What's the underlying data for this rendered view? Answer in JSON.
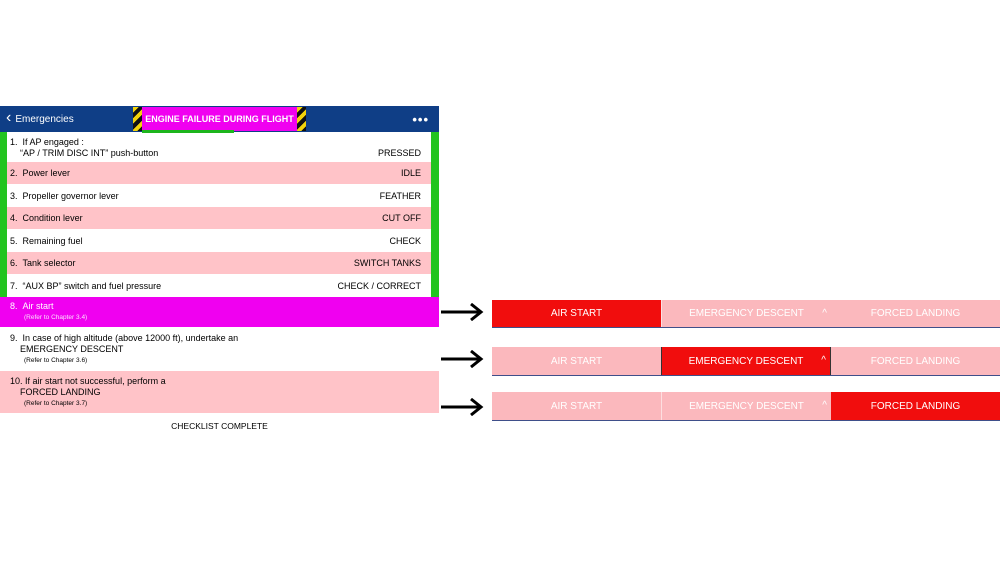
{
  "nav": {
    "back_label": "Emergencies",
    "title": "ENGINE FAILURE DURING FLIGHT",
    "more": "•••"
  },
  "checklist": [
    {
      "num": "1.",
      "line1": "If AP engaged :",
      "line2": "“AP / TRIM DISC INT” push-button",
      "action": "PRESSED",
      "style": "white"
    },
    {
      "num": "2.",
      "label": "Power lever",
      "action": "IDLE",
      "style": "pink"
    },
    {
      "num": "3.",
      "label": "Propeller governor lever",
      "action": "FEATHER",
      "style": "white"
    },
    {
      "num": "4.",
      "label": "Condition lever",
      "action": "CUT OFF",
      "style": "pink"
    },
    {
      "num": "5.",
      "label": "Remaining fuel",
      "action": "CHECK",
      "style": "white"
    },
    {
      "num": "6.",
      "label": "Tank selector",
      "action": "SWITCH TANKS",
      "style": "pink"
    },
    {
      "num": "7.",
      "label": "“AUX BP” switch and fuel pressure",
      "action": "CHECK / CORRECT",
      "style": "white"
    },
    {
      "num": "8.",
      "label": "Air start",
      "sub": "(Refer to Chapter 3.4)",
      "style": "magenta"
    },
    {
      "num": "9.",
      "line1": "In case of high altitude (above 12000 ft), undertake an",
      "line2": "EMERGENCY DESCENT",
      "sub": "(Refer to Chapter 3.6)",
      "style": "white"
    },
    {
      "num": "10.",
      "line1": "If air start not successful, perform a",
      "line2": "FORCED LANDING",
      "sub": "(Refer to Chapter 3.7)",
      "style": "pink"
    }
  ],
  "footer": "CHECKLIST COMPLETE",
  "segment_bars": [
    {
      "labels": [
        "AIR START",
        "EMERGENCY DESCENT",
        "FORCED LANDING"
      ],
      "active": 0,
      "caret": "^"
    },
    {
      "labels": [
        "AIR START",
        "EMERGENCY DESCENT",
        "FORCED LANDING"
      ],
      "active": 1,
      "caret": "^"
    },
    {
      "labels": [
        "AIR START",
        "EMERGENCY DESCENT",
        "FORCED LANDING"
      ],
      "active": 2,
      "caret": "^"
    }
  ],
  "colors": {
    "nav": "#0f3e86",
    "title_bg": "#f000f0",
    "pink": "#ffc3c8",
    "active_red": "#f10d0d",
    "inactive_pink": "#fbb8bd",
    "green_border": "#22c41f"
  }
}
